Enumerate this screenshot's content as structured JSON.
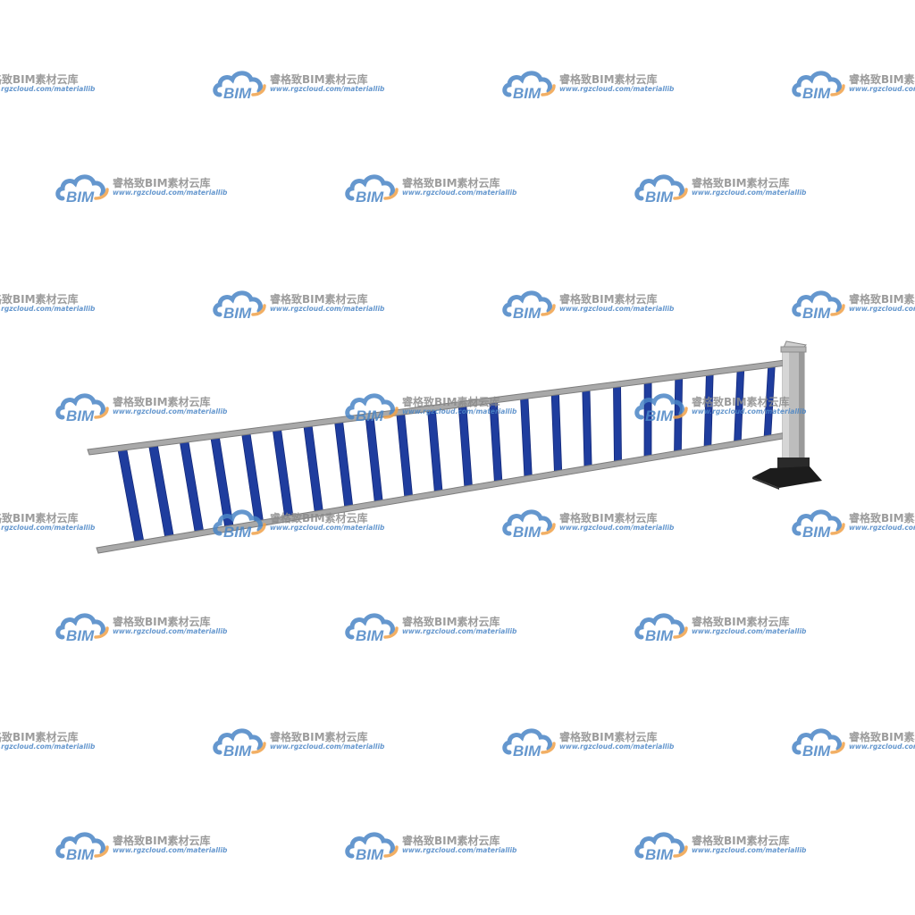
{
  "watermark": {
    "logo_text": "BIM",
    "title": "睿格致BIM素材云库",
    "url": "www.rgzcloud.com/materiallib",
    "logo_color": "#4b86c6",
    "accent_color": "#f0a24a"
  },
  "railing": {
    "baluster_count": 22,
    "colors": {
      "rail": "#a9a9a9",
      "rail_edge": "#7d7d7d",
      "baluster": "#1f3d9e",
      "baluster_dark": "#13287a",
      "post": "#bdbdbd",
      "post_shade": "#9a9a9a",
      "base": "#1c1c1c"
    }
  }
}
